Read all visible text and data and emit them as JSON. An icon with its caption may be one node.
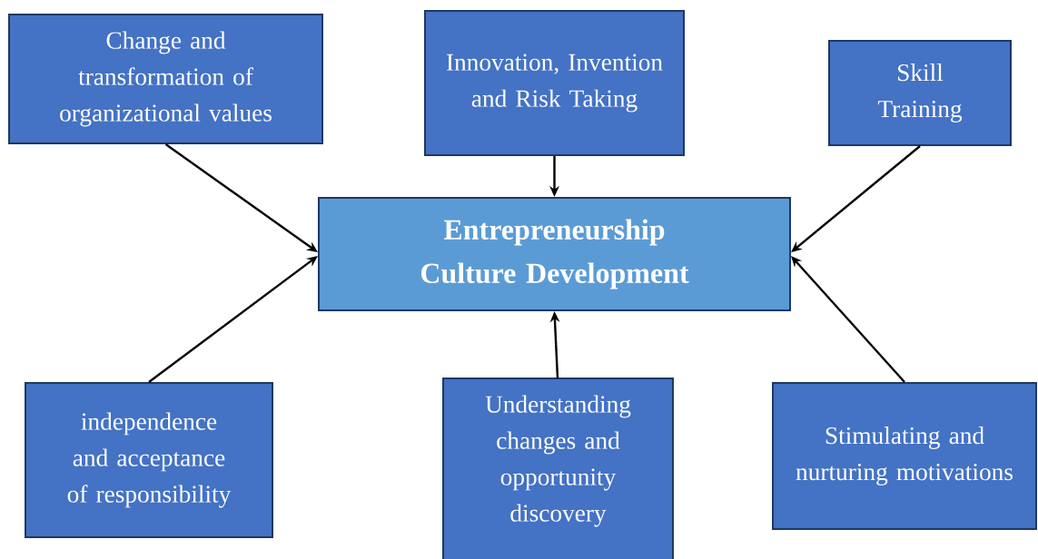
{
  "diagram": {
    "nodes": [
      {
        "text": [
          "Change and transformation of organizational values"
        ]
      },
      {
        "text": [
          "Innovation, Invention and Risk Taking"
        ]
      },
      {
        "text": [
          "Skill Training"
        ]
      },
      {
        "text": [
          "Entrepreneurship Culture Development"
        ]
      },
      {
        "text": [
          "independence and acceptance of responsibility"
        ]
      },
      {
        "text": [
          "Understanding changes and opportunity discovery"
        ]
      },
      {
        "text": [
          "Stimulating and nurturing motivations"
        ]
      }
    ],
    "edges": [
      {
        "from": 0,
        "to": 3,
        "arrow": "to"
      },
      {
        "from": 1,
        "to": 3,
        "arrow": "to"
      },
      {
        "from": 2,
        "to": 3,
        "arrow": "to"
      },
      {
        "from": 4,
        "to": 3,
        "arrow": "to"
      },
      {
        "from": 5,
        "to": 3,
        "arrow": "to"
      },
      {
        "from": 6,
        "to": 3,
        "arrow": "to"
      }
    ]
  }
}
